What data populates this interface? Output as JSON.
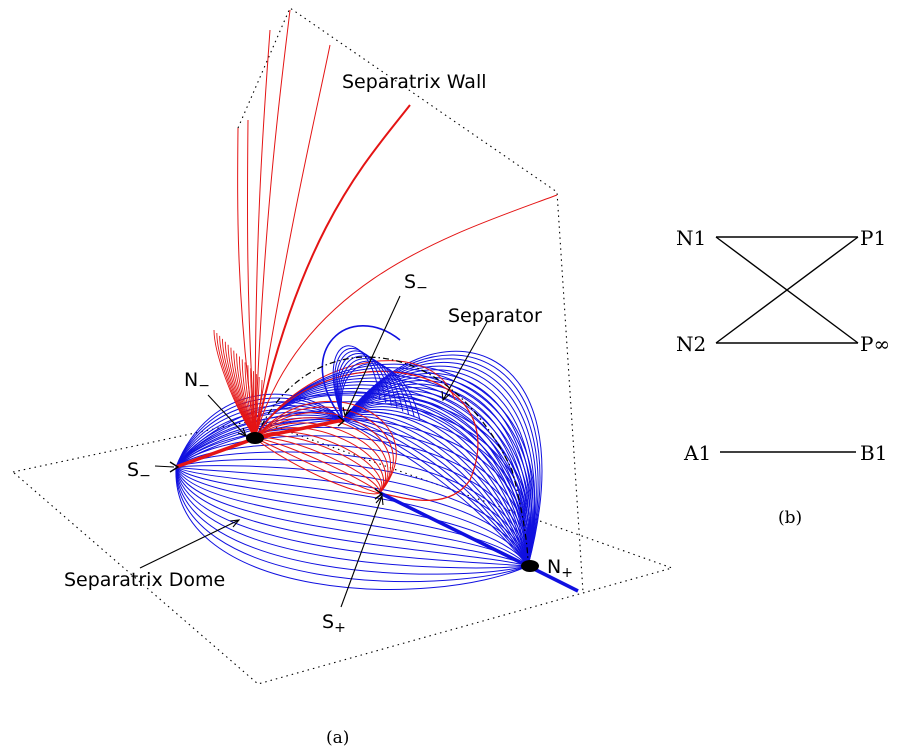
{
  "panel_a": {
    "labels": {
      "separatrix_wall": "Separatrix Wall",
      "separator": "Separator",
      "separatrix_dome": "Separatrix Dome",
      "s_minus": "S",
      "s_plus": "S",
      "n_minus": "N",
      "n_plus": "N",
      "minus_sub": "−",
      "plus_sub": "+"
    },
    "caption": "(a)",
    "colors": {
      "dome": "#1010e0",
      "wall": "#e41414",
      "frame": "#000000"
    }
  },
  "panel_b": {
    "labels": {
      "n1": "N1",
      "n2": "N2",
      "p1": "P1",
      "pinf": "P∞",
      "a1": "A1",
      "b1": "B1"
    },
    "caption": "(b)"
  }
}
